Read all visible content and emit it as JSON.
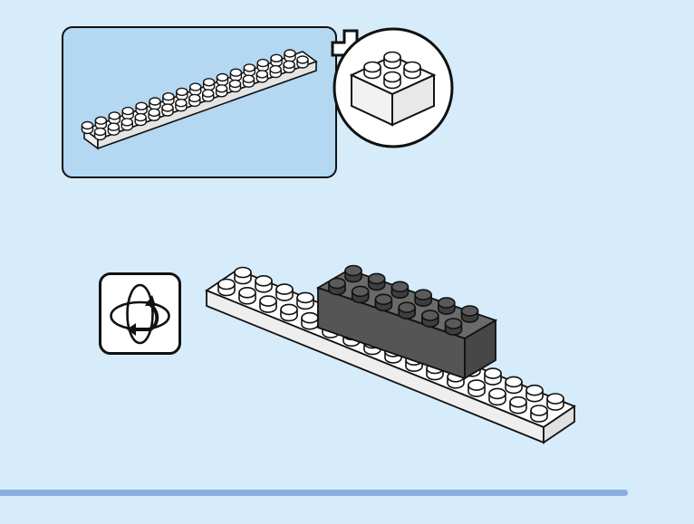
{
  "step": {
    "callout": {
      "parts": [
        "white-plate-2x16",
        "white-brick-2x2"
      ],
      "plus_icon": "plus-icon"
    },
    "rotate_icon": "rotate-model-icon",
    "model": {
      "base": "white-plate-2x16",
      "top": "dark-gray-brick-2x6"
    }
  },
  "progress": {
    "fraction": 1.0
  },
  "colors": {
    "background": "#d6ecfb",
    "callout_background": "#b4d7f2",
    "plate_white": "#ffffff",
    "brick_dark_gray": "#5a5a5a",
    "progress_bar": "#8aaee0",
    "outline": "#111111"
  }
}
